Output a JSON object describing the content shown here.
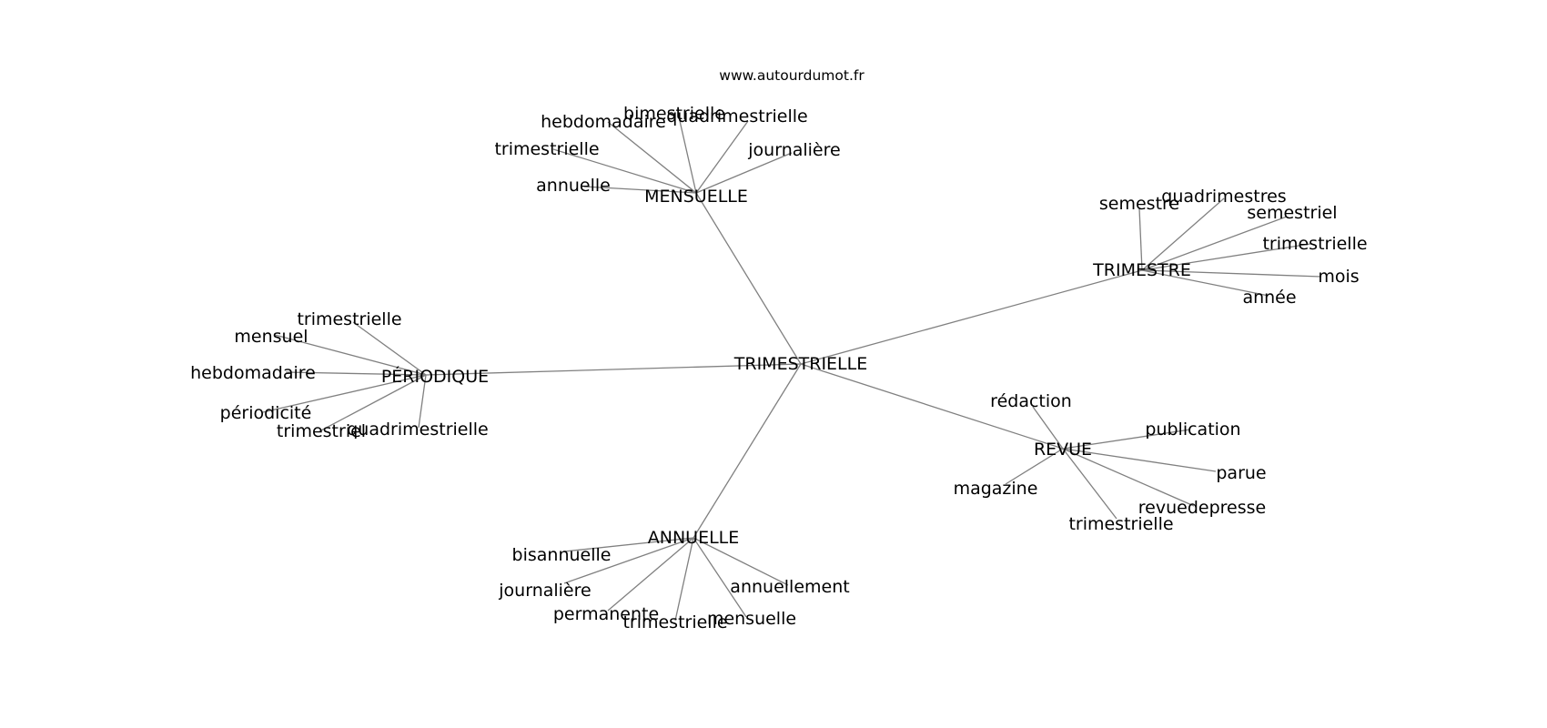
{
  "watermark": "www.autourdumot.fr",
  "edge_color": "#808080",
  "text_color": "#000000",
  "graph": {
    "center": "TRIMESTRIELLE",
    "hubs": [
      {
        "id": "mensuelle",
        "label": "MENSUELLE",
        "leaves": [
          "bimestrielle",
          "hebdomadaire",
          "quadrimestrielle",
          "trimestrielle",
          "journalière",
          "annuelle"
        ]
      },
      {
        "id": "trimestre",
        "label": "TRIMESTRE",
        "leaves": [
          "semestre",
          "quadrimestres",
          "semestriel",
          "trimestrielle",
          "mois",
          "année"
        ]
      },
      {
        "id": "periodique",
        "label": "PÉRIODIQUE",
        "leaves": [
          "trimestrielle",
          "mensuel",
          "hebdomadaire",
          "périodicité",
          "trimestriel",
          "quadrimestrielle"
        ]
      },
      {
        "id": "revue",
        "label": "REVUE",
        "leaves": [
          "rédaction",
          "publication",
          "parue",
          "magazine",
          "revuedepresse",
          "trimestrielle"
        ]
      },
      {
        "id": "annuelle",
        "label": "ANNUELLE",
        "leaves": [
          "bisannuelle",
          "annuellement",
          "journalière",
          "permanente",
          "trimestrielle",
          "mensuelle"
        ]
      }
    ]
  }
}
